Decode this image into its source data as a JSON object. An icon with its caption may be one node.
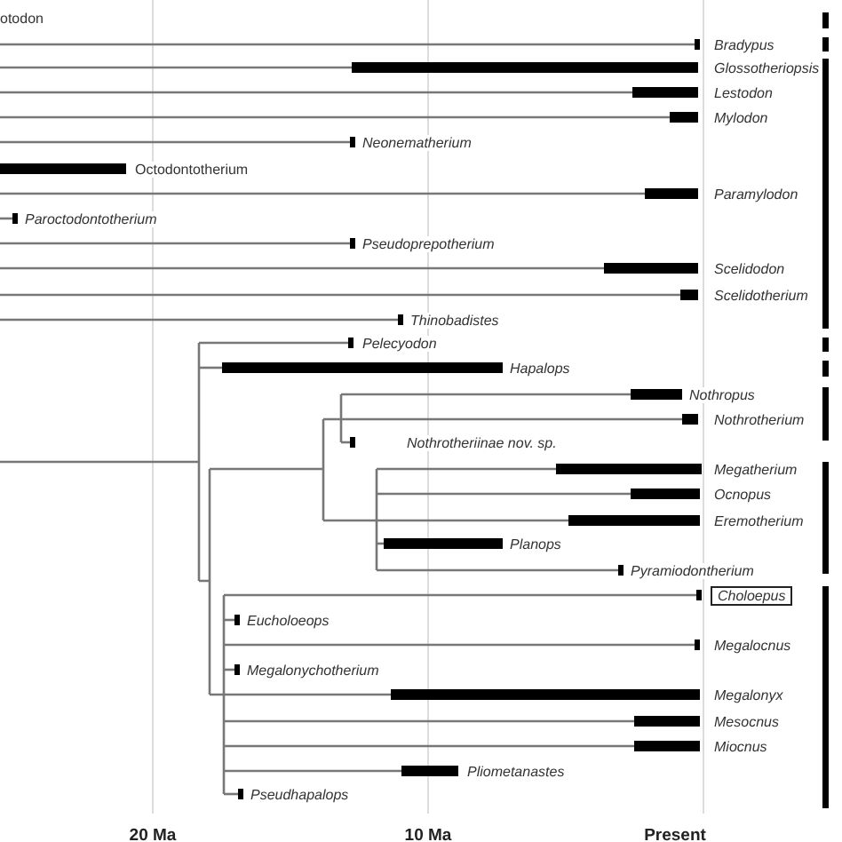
{
  "diagram": {
    "nodes": [
      {
        "text": [
          "Bradypus"
        ]
      },
      {
        "text": [
          "Glossotheriopsis"
        ]
      },
      {
        "text": [
          "Lestodon"
        ]
      },
      {
        "text": [
          "Mylodon"
        ]
      },
      {
        "text": [
          "Neonematherium"
        ]
      },
      {
        "text": [
          "Octodontotherium"
        ]
      },
      {
        "text": [
          "Paramylodon"
        ]
      },
      {
        "text": [
          "Paroctodontotherium"
        ]
      },
      {
        "text": [
          "Pseudoprepotherium"
        ]
      },
      {
        "text": [
          "Scelidodon"
        ]
      },
      {
        "text": [
          "Scelidotherium"
        ]
      },
      {
        "text": [
          "Thinobadistes"
        ]
      },
      {
        "text": [
          "Pelecyodon"
        ]
      },
      {
        "text": [
          "Hapalops"
        ]
      },
      {
        "text": [
          "Nothropus"
        ]
      },
      {
        "text": [
          "Nothrotherium"
        ]
      },
      {
        "text": [
          "Nothrotheriinae nov. sp."
        ]
      },
      {
        "text": [
          "Megatherium"
        ]
      },
      {
        "text": [
          "Ocnopus"
        ]
      },
      {
        "text": [
          "Eremotherium"
        ]
      },
      {
        "text": [
          "Planops"
        ]
      },
      {
        "text": [
          "Pyramiodontherium"
        ]
      },
      {
        "text": [
          "Choloepus"
        ]
      },
      {
        "text": [
          "Eucholoeops"
        ]
      },
      {
        "text": [
          "Megalocnus"
        ]
      },
      {
        "text": [
          "Megalonychotherium"
        ]
      },
      {
        "text": [
          "Megalonyx"
        ]
      },
      {
        "text": [
          "Mesocnus"
        ]
      },
      {
        "text": [
          "Miocnus"
        ]
      },
      {
        "text": [
          "Pliometanastes"
        ]
      },
      {
        "text": [
          "Pseudhapalops"
        ]
      }
    ],
    "edges": [
      {
        "from": null,
        "to": 0,
        "arrow": "none"
      },
      {
        "from": null,
        "to": 1,
        "arrow": "none"
      },
      {
        "from": null,
        "to": 2,
        "arrow": "none"
      },
      {
        "from": null,
        "to": 3,
        "arrow": "none"
      },
      {
        "from": null,
        "to": 4,
        "arrow": "none"
      },
      {
        "from": null,
        "to": 6,
        "arrow": "none"
      },
      {
        "from": null,
        "to": 7,
        "arrow": "none"
      },
      {
        "from": null,
        "to": 8,
        "arrow": "none"
      },
      {
        "from": null,
        "to": 9,
        "arrow": "none"
      },
      {
        "from": null,
        "to": 10,
        "arrow": "none"
      },
      {
        "from": null,
        "to": 11,
        "arrow": "none"
      },
      {
        "from": null,
        "to": 12,
        "arrow": "none"
      },
      {
        "from": null,
        "to": 13,
        "arrow": "none"
      },
      {
        "from": null,
        "to": 14,
        "arrow": "none"
      },
      {
        "from": null,
        "to": 15,
        "arrow": "none"
      },
      {
        "from": null,
        "to": 16,
        "arrow": "none"
      },
      {
        "from": null,
        "to": 17,
        "arrow": "none"
      },
      {
        "from": null,
        "to": 18,
        "arrow": "none"
      },
      {
        "from": null,
        "to": 19,
        "arrow": "none"
      },
      {
        "from": null,
        "to": 20,
        "arrow": "none"
      },
      {
        "from": null,
        "to": 21,
        "arrow": "none"
      },
      {
        "from": null,
        "to": 22,
        "arrow": "none"
      },
      {
        "from": null,
        "to": 23,
        "arrow": "none"
      },
      {
        "from": null,
        "to": 24,
        "arrow": "none"
      },
      {
        "from": null,
        "to": 25,
        "arrow": "none"
      },
      {
        "from": null,
        "to": 26,
        "arrow": "none"
      },
      {
        "from": null,
        "to": 27,
        "arrow": "none"
      },
      {
        "from": null,
        "to": 28,
        "arrow": "none"
      },
      {
        "from": null,
        "to": 29,
        "arrow": "none"
      },
      {
        "from": null,
        "to": 30,
        "arrow": "none"
      }
    ],
    "labels": [
      "otodon",
      "20 Ma",
      "10 Ma",
      "Present"
    ]
  }
}
